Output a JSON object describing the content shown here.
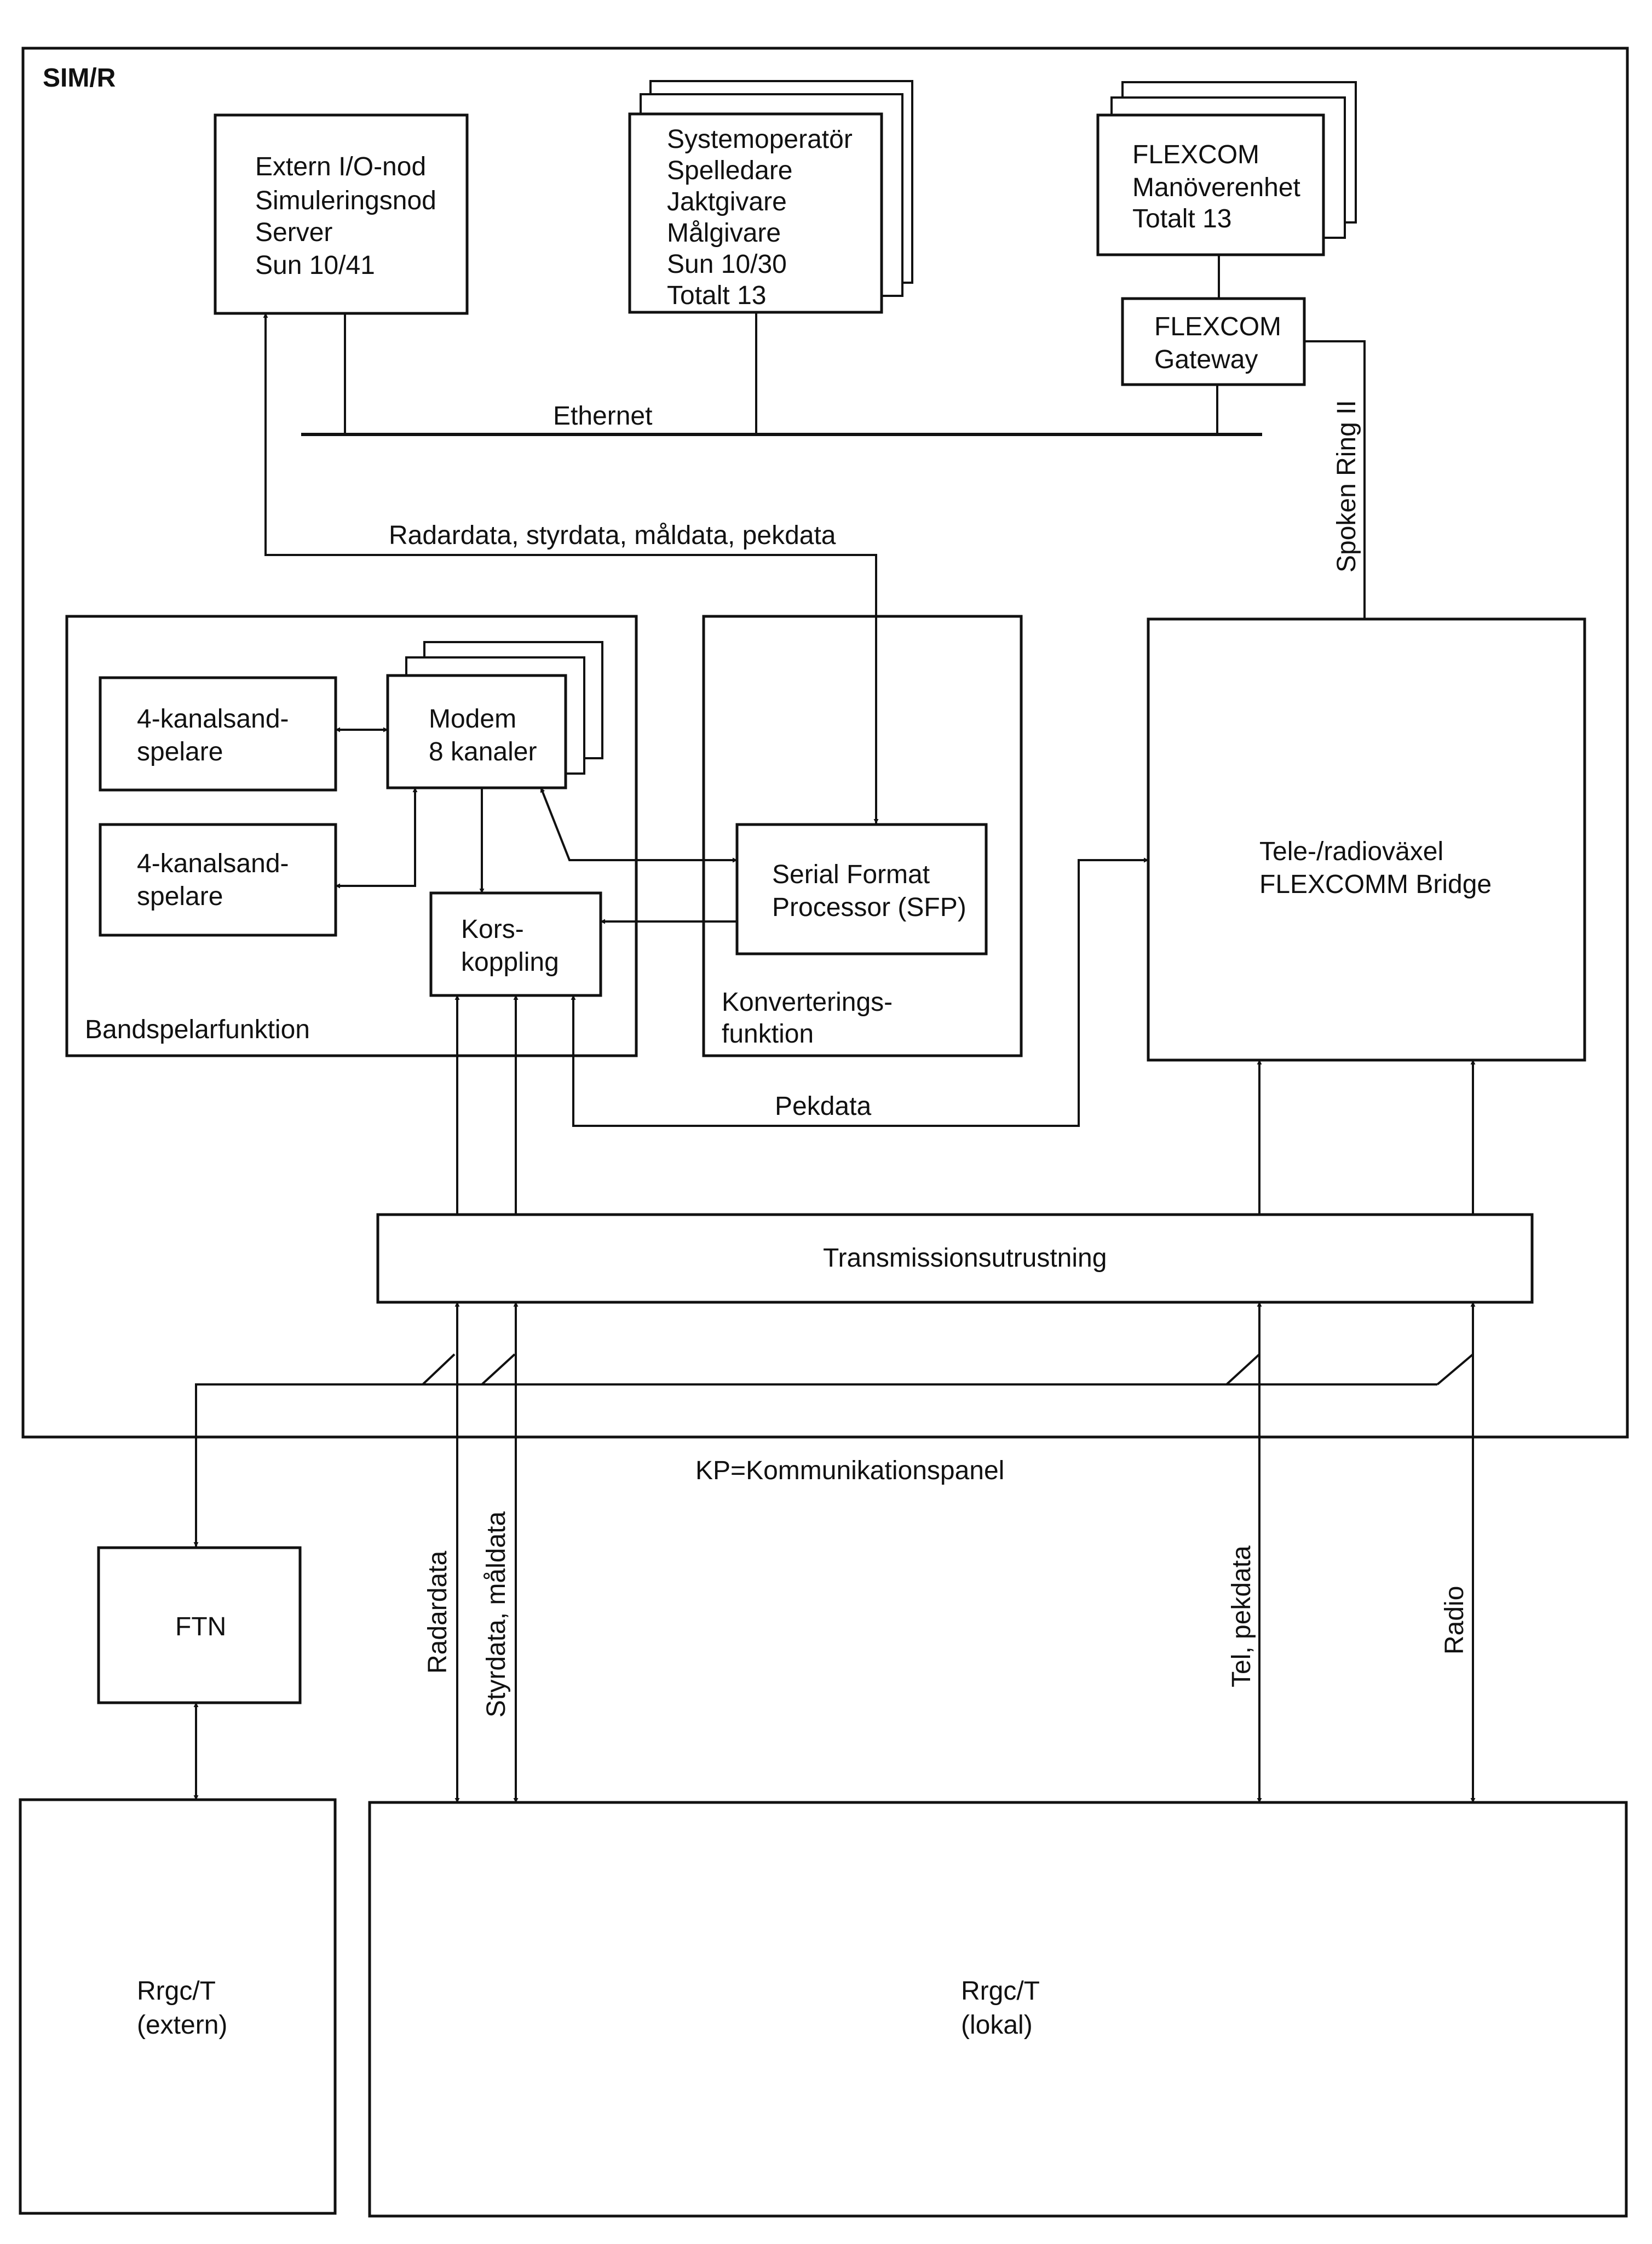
{
  "system_label": "SIM/R",
  "extern_node": [
    "Extern I/O-nod",
    "Simuleringsnod",
    "Server",
    "Sun 10/41"
  ],
  "operator": [
    "Systemoperatör",
    "Spelledare",
    "Jaktgivare",
    "Målgivare",
    "Sun 10/30",
    "Totalt 13"
  ],
  "flexcom_unit": [
    "FLEXCOM",
    "Manöverenhet",
    "Totalt 13"
  ],
  "flexcom_gateway": [
    "FLEXCOM",
    "Gateway"
  ],
  "ethernet": "Ethernet",
  "spoken_ring": "Spoken Ring II",
  "data_flow_label": "Radardata, styrdata, måldata, pekdata",
  "tape1": [
    "4-kanalsand-",
    "spelare"
  ],
  "tape2": [
    "4-kanalsand-",
    "spelare"
  ],
  "modem": [
    "Modem",
    "8 kanaler"
  ],
  "korskoppling": [
    "Kors-",
    "koppling"
  ],
  "bandspelar": "Bandspelarfunktion",
  "sfp": [
    "Serial Format",
    "Processor (SFP)"
  ],
  "konvertering": [
    "Konverterings-",
    "funktion"
  ],
  "bridge": [
    "Tele-/radioväxel",
    "FLEXCOMM Bridge"
  ],
  "pekdata": "Pekdata",
  "transmission": "Transmissionsutrustning",
  "kp": "KP=Kommunikationspanel",
  "ftn": "FTN",
  "rrgc_extern": [
    "Rrgc/T",
    "(extern)"
  ],
  "rrgc_lokal": [
    "Rrgc/T",
    "(lokal)"
  ],
  "vlabel_radar": "Radardata",
  "vlabel_styr": "Styrdata, måldata",
  "vlabel_tel": "Tel, pekdata",
  "vlabel_radio": "Radio"
}
